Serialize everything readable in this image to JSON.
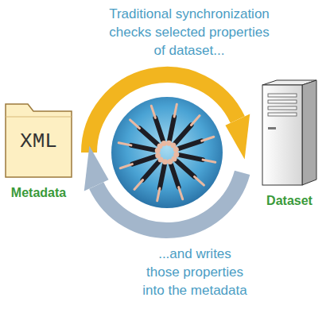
{
  "diagram": {
    "nodes": [
      {
        "text": [
          "XML",
          "Metadata"
        ]
      },
      {
        "text": [
          "Dataset"
        ]
      }
    ],
    "edges": [
      {
        "from": 0,
        "to": 1,
        "arrow": "to",
        "label": "Traditional synchronization checks selected properties of dataset..."
      },
      {
        "from": 1,
        "to": 0,
        "arrow": "to",
        "label": "...and writes those properties into the metadata"
      }
    ]
  }
}
